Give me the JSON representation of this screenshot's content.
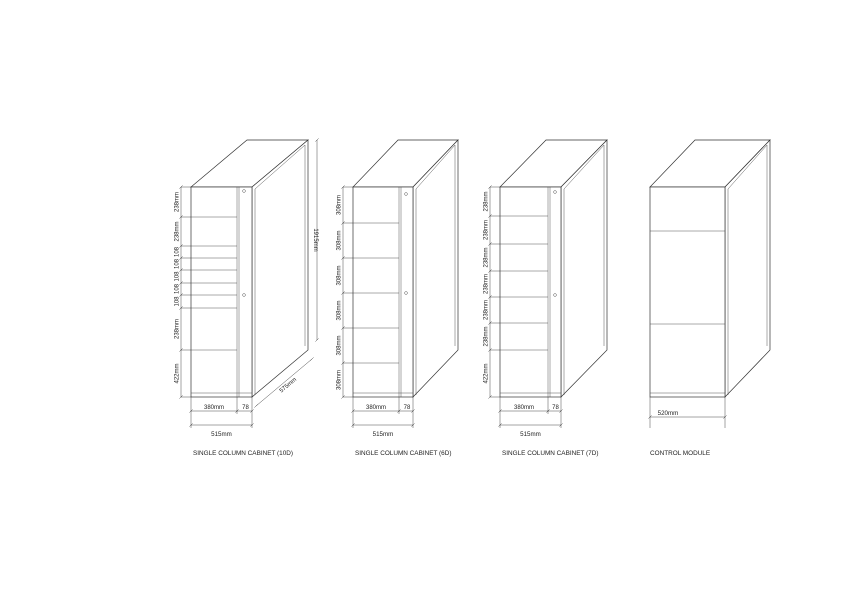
{
  "cabinets": [
    {
      "caption": "SINGLE COLUMN CABINET (10D)",
      "dims_left": [
        "238mm",
        "238mm",
        "108",
        "108",
        "108",
        "108",
        "108",
        "238mm",
        "422mm"
      ],
      "height_label": "1915mm",
      "depth_label": "575mm",
      "width_inner": "380mm",
      "width_side": "78",
      "width_total": "515mm",
      "has_knobs": true
    },
    {
      "caption": "SINGLE COLUMN CABINET (6D)",
      "dims_left": [
        "308mm",
        "308mm",
        "308mm",
        "308mm",
        "308mm",
        "308mm"
      ],
      "width_inner": "380mm",
      "width_side": "78",
      "width_total": "515mm",
      "has_knobs": true
    },
    {
      "caption": "SINGLE COLUMN CABINET (7D)",
      "dims_left": [
        "238mm",
        "238mm",
        "238mm",
        "238mm",
        "238mm",
        "238mm",
        "422mm"
      ],
      "width_inner": "380mm",
      "width_side": "78",
      "width_total": "515mm",
      "has_knobs": true
    },
    {
      "caption": "CONTROL MODULE",
      "width_total": "520mm",
      "has_knobs": false
    }
  ]
}
